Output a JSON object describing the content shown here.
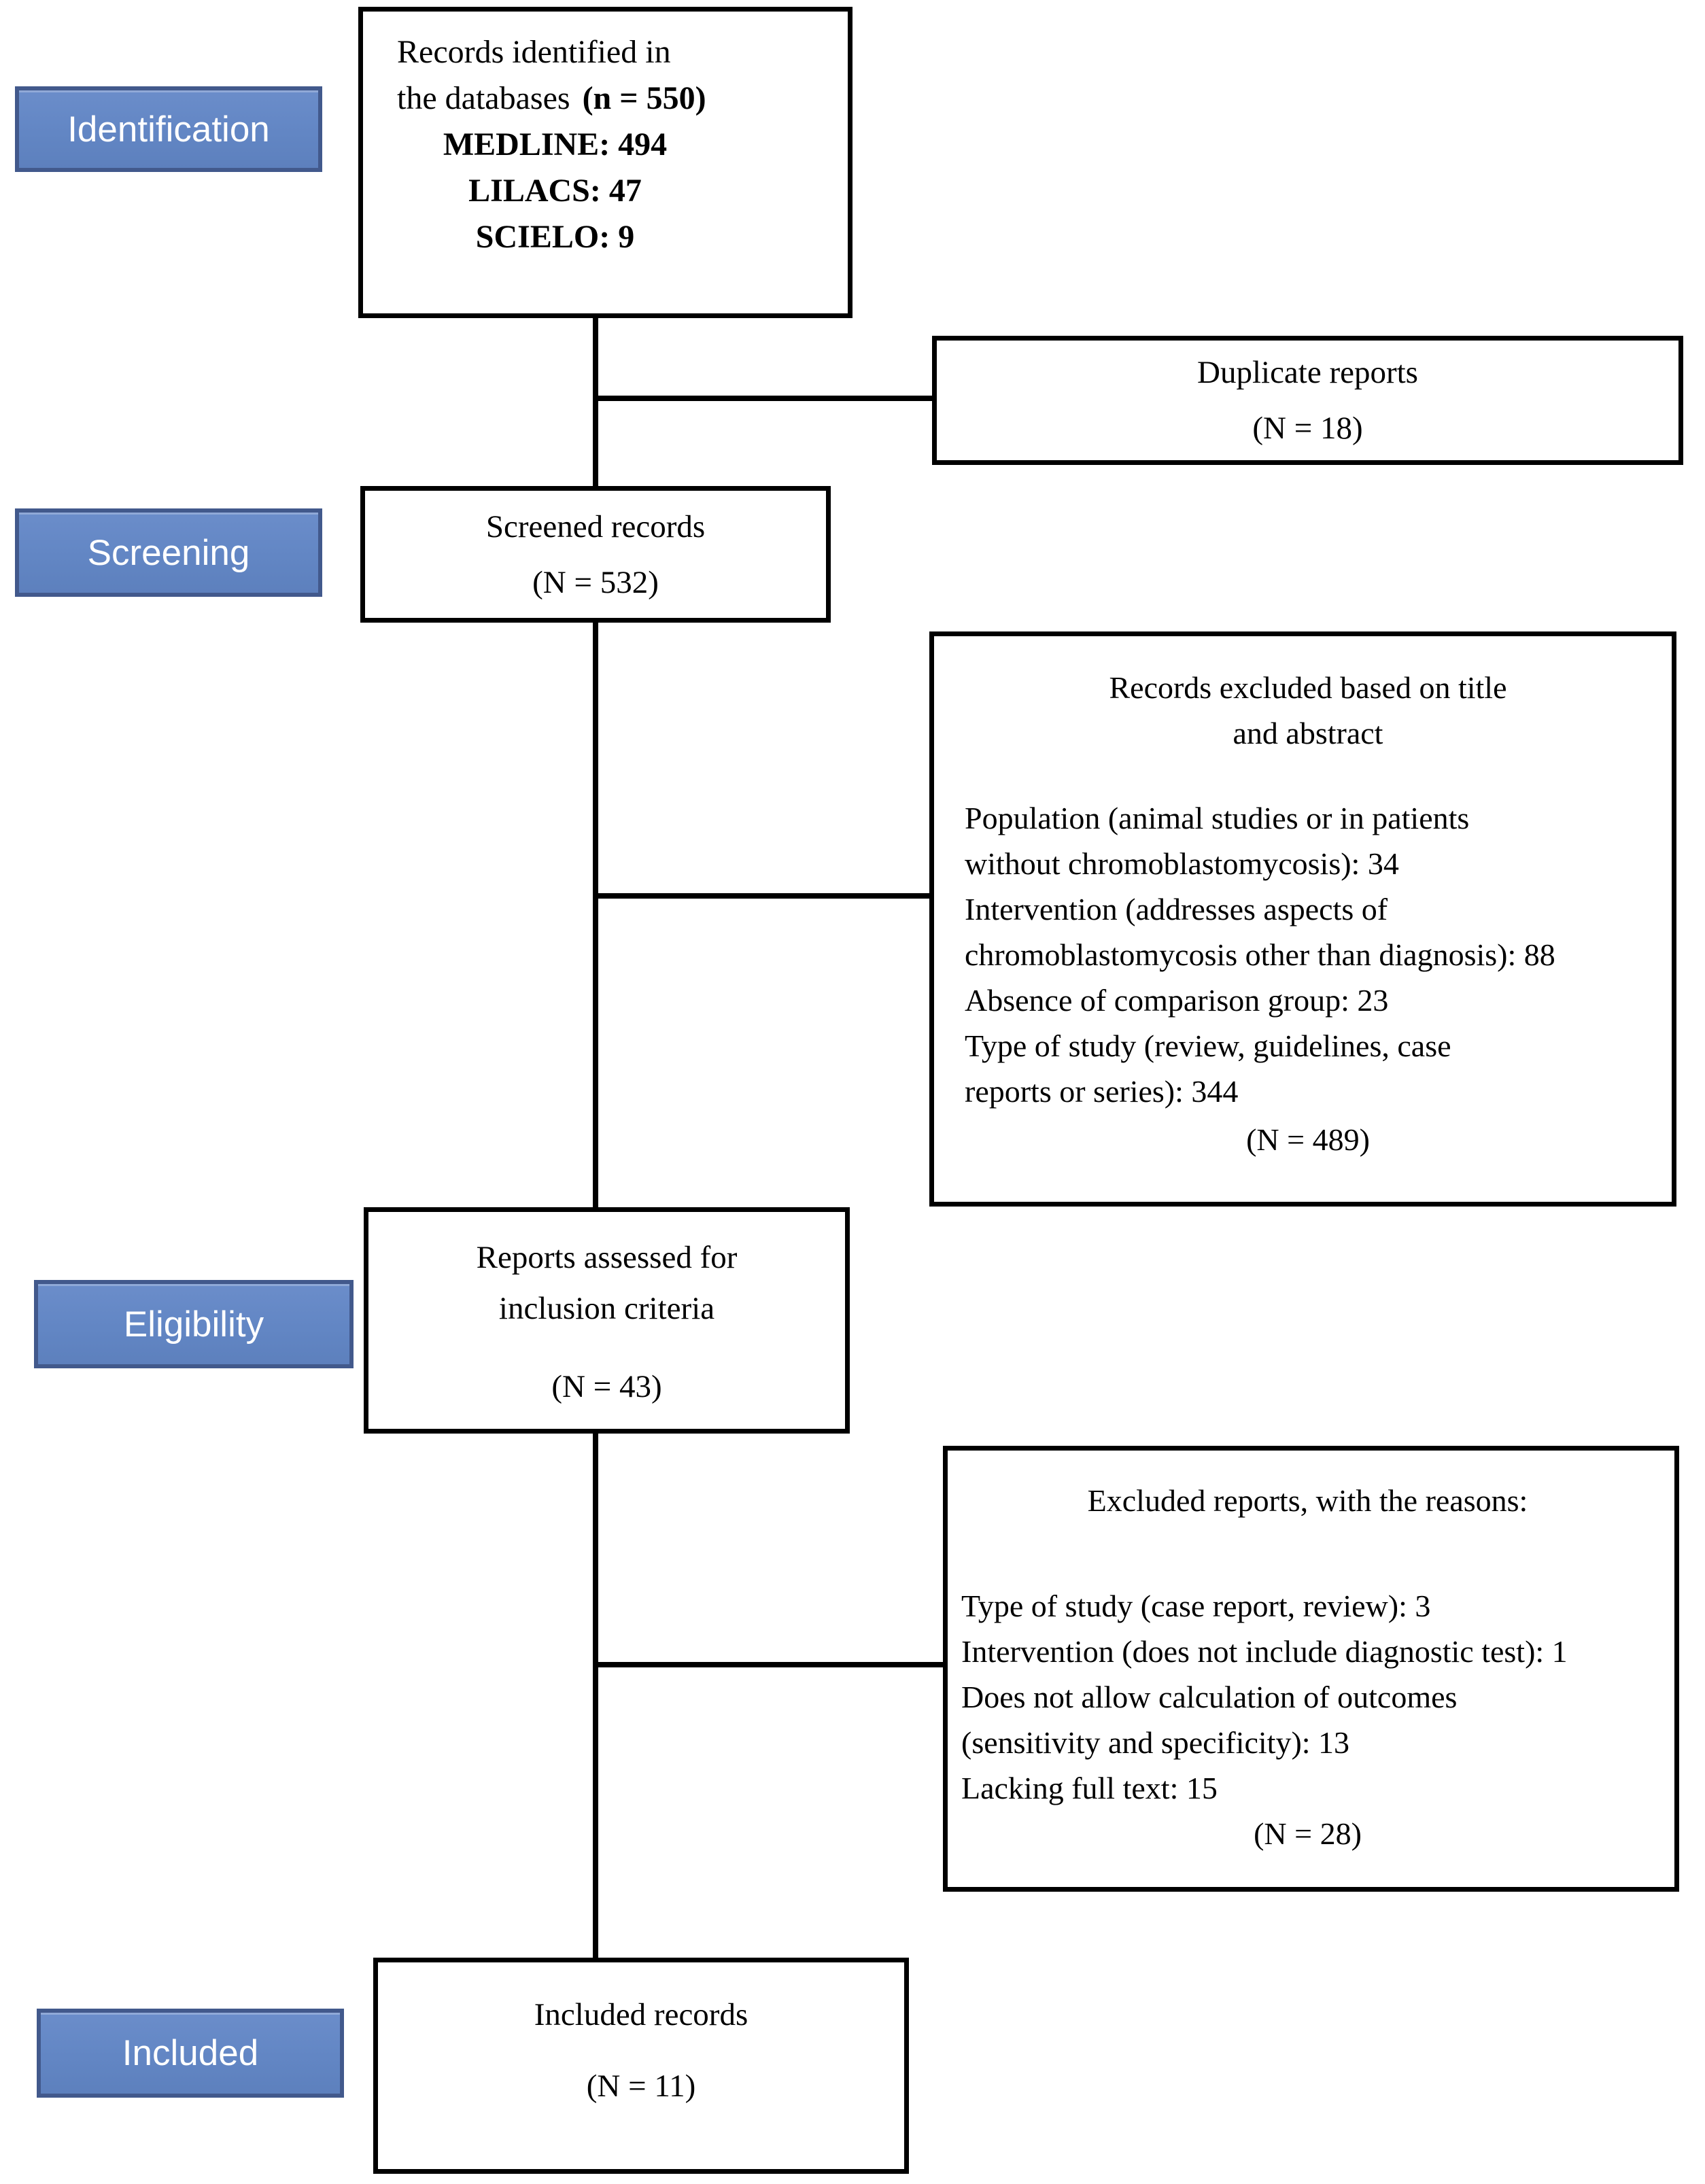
{
  "figure": {
    "type": "prisma-flow-diagram",
    "stages": [
      {
        "label": "Identification"
      },
      {
        "label": "Screening"
      },
      {
        "label": "Eligibility"
      },
      {
        "label": "Included"
      }
    ],
    "boxes": {
      "records_identified": {
        "line1": "Records identified in",
        "line2": "the databases",
        "line2_count": "(n = 550)",
        "sources": [
          "MEDLINE: 494",
          "LILACS: 47",
          "SCIELO: 9"
        ]
      },
      "duplicate_reports": {
        "title": "Duplicate reports",
        "count": "(N = 18)"
      },
      "screened_records": {
        "title": "Screened records",
        "count": "(N = 532)"
      },
      "records_excluded": {
        "title": "Records excluded based on title\nand abstract",
        "reasons": [
          "Population (animal studies or in patients\nwithout chromoblastomycosis): 34",
          "Intervention (addresses aspects of\nchromoblastomycosis other than diagnosis): 88",
          "Absence of comparison group: 23",
          "Type of study (review, guidelines, case\nreports or series): 344"
        ],
        "count": "(N = 489)"
      },
      "reports_assessed": {
        "title": "Reports assessed for\ninclusion criteria",
        "count": "(N = 43)"
      },
      "excluded_reports": {
        "title": "Excluded reports, with the reasons:",
        "reasons": [
          "Type of study (case report, review): 3",
          "Intervention (does not include diagnostic test): 1",
          "Does not allow calculation of outcomes\n(sensitivity and specificity): 13",
          "Lacking full text: 15"
        ],
        "count": "(N = 28)"
      },
      "included_records": {
        "title": "Included records",
        "count": "(N = 11)"
      }
    },
    "colors": {
      "stage_fill": "#6286c4",
      "stage_border": "#42598c",
      "stage_text": "#ffffff",
      "box_border": "#000000",
      "connector": "#000000"
    }
  }
}
